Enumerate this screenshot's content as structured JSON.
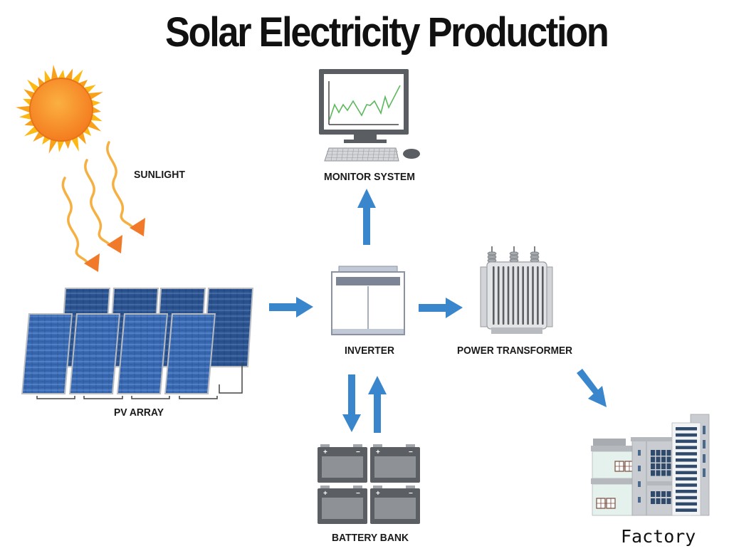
{
  "diagram": {
    "title": "Solar Electricity Production",
    "nodes": {
      "sunlight": {
        "label": "SUNLIGHT",
        "icon": "sun-icon"
      },
      "pv_array": {
        "label": "PV ARRAY",
        "icon": "solar-panel-icon"
      },
      "inverter": {
        "label": "INVERTER",
        "icon": "inverter-icon"
      },
      "monitor": {
        "label": "MONITOR SYSTEM",
        "icon": "computer-monitor-icon"
      },
      "transformer": {
        "label": "POWER TRANSFORMER",
        "icon": "transformer-icon"
      },
      "battery": {
        "label": "BATTERY BANK",
        "icon": "battery-icon"
      },
      "factory": {
        "label": "Factory",
        "icon": "building-icon"
      }
    },
    "edges": [
      {
        "from": "sunlight",
        "to": "pv_array"
      },
      {
        "from": "pv_array",
        "to": "inverter"
      },
      {
        "from": "inverter",
        "to": "monitor"
      },
      {
        "from": "inverter",
        "to": "transformer"
      },
      {
        "from": "inverter",
        "to": "battery"
      },
      {
        "from": "battery",
        "to": "inverter"
      },
      {
        "from": "transformer",
        "to": "factory"
      }
    ],
    "battery_terminals": {
      "positive": "+",
      "negative": "−"
    },
    "colors": {
      "arrow": "#3a86cc",
      "sun": "#f7931e",
      "sun_flame": "#fdb913",
      "ray": "#f5a623",
      "panel": "#2f5496",
      "device_gray": "#8c8f94",
      "battery": "#5b5e63",
      "chart_line": "#5cb85c"
    }
  }
}
